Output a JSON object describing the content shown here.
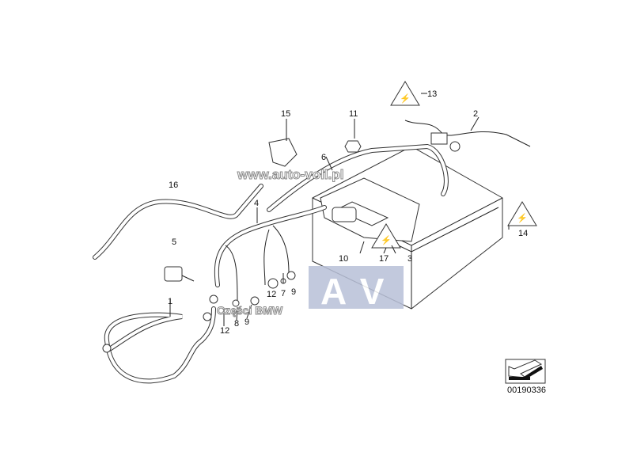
{
  "diagram": {
    "labels": {
      "l1": "1",
      "l2": "2",
      "l3": "3",
      "l4": "4",
      "l5": "5",
      "l6": "6",
      "l7": "7",
      "l8": "8",
      "l9a": "9",
      "l9b": "9",
      "l10": "10",
      "l11": "11",
      "l12a": "12",
      "l12b": "12",
      "l13": "13",
      "l14": "14",
      "l15": "15",
      "l16": "16",
      "l17": "17"
    },
    "diagram_number": "00190336",
    "watermarks": {
      "url": "www.auto-voll.pl",
      "brand": "Części BMW",
      "logo": "AV"
    },
    "colors": {
      "logo": "#b8c0d8",
      "line": "#222222"
    }
  }
}
